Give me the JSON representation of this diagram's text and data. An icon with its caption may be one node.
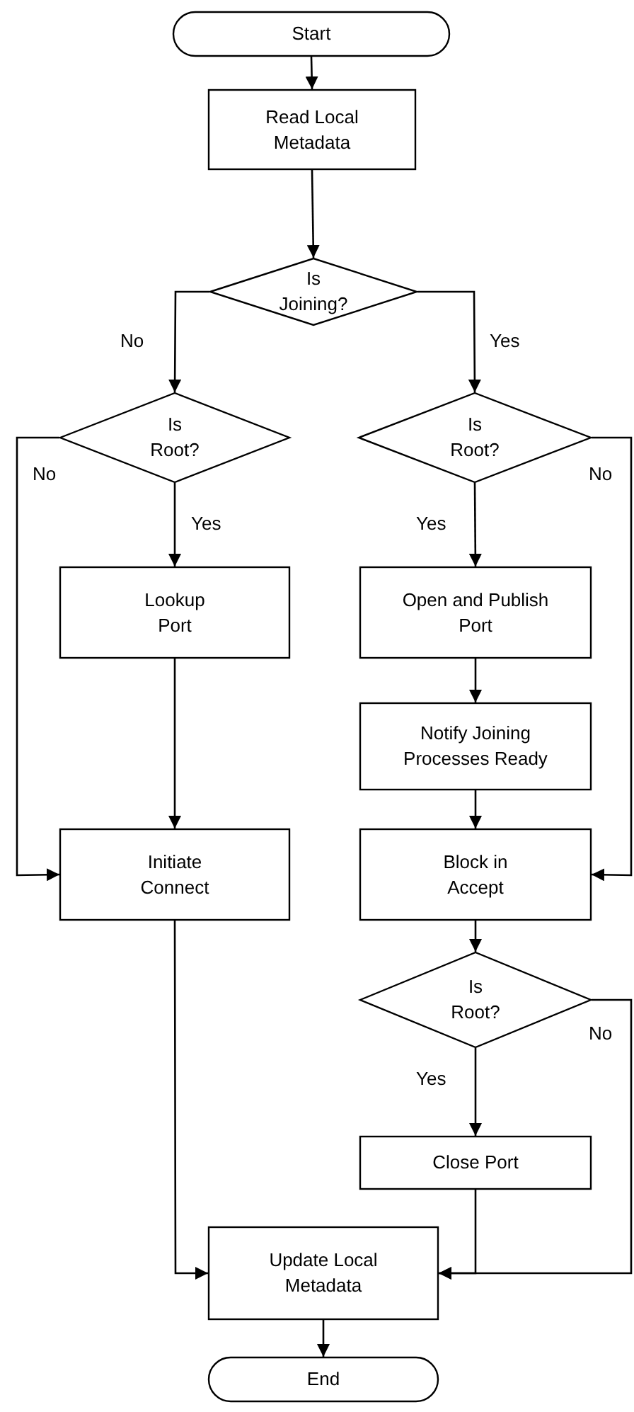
{
  "diagram": {
    "nodes": [
      {
        "text": [
          "Start"
        ]
      },
      {
        "text": [
          "Read Local Metadata"
        ]
      },
      {
        "text": [
          "Is Joining?"
        ]
      },
      {
        "text": [
          "Is Root?"
        ]
      },
      {
        "text": [
          "Is Root?"
        ]
      },
      {
        "text": [
          "Lookup Port"
        ]
      },
      {
        "text": [
          "Open and Publish Port"
        ]
      },
      {
        "text": [
          "Notify Joining Processes Ready"
        ]
      },
      {
        "text": [
          "Initiate Connect"
        ]
      },
      {
        "text": [
          "Block in Accept"
        ]
      },
      {
        "text": [
          "Is Root?"
        ]
      },
      {
        "text": [
          "Close Port"
        ]
      },
      {
        "text": [
          "Update Local Metadata"
        ]
      },
      {
        "text": [
          "End"
        ]
      }
    ],
    "edges": [
      {
        "from": 0,
        "to": 1,
        "arrow": "to"
      },
      {
        "from": 1,
        "to": 2,
        "arrow": "to"
      },
      {
        "from": 2,
        "to": 3,
        "arrow": "to",
        "label": "No"
      },
      {
        "from": 2,
        "to": 4,
        "arrow": "to",
        "label": "Yes"
      },
      {
        "from": 3,
        "to": 5,
        "arrow": "to",
        "label": "Yes"
      },
      {
        "from": 3,
        "to": 8,
        "arrow": "to",
        "label": "No"
      },
      {
        "from": 4,
        "to": 6,
        "arrow": "to",
        "label": "Yes"
      },
      {
        "from": 4,
        "to": 9,
        "arrow": "to",
        "label": "No"
      },
      {
        "from": 5,
        "to": 8,
        "arrow": "to"
      },
      {
        "from": 6,
        "to": 7,
        "arrow": "to"
      },
      {
        "from": 7,
        "to": 9,
        "arrow": "to"
      },
      {
        "from": 8,
        "to": 12,
        "arrow": "to"
      },
      {
        "from": 9,
        "to": 10,
        "arrow": "to"
      },
      {
        "from": 10,
        "to": 11,
        "arrow": "to",
        "label": "Yes"
      },
      {
        "from": 10,
        "to": 12,
        "arrow": "to",
        "label": "No"
      },
      {
        "from": 11,
        "to": 12,
        "arrow": "to"
      },
      {
        "from": 12,
        "to": 13,
        "arrow": "to"
      }
    ]
  }
}
